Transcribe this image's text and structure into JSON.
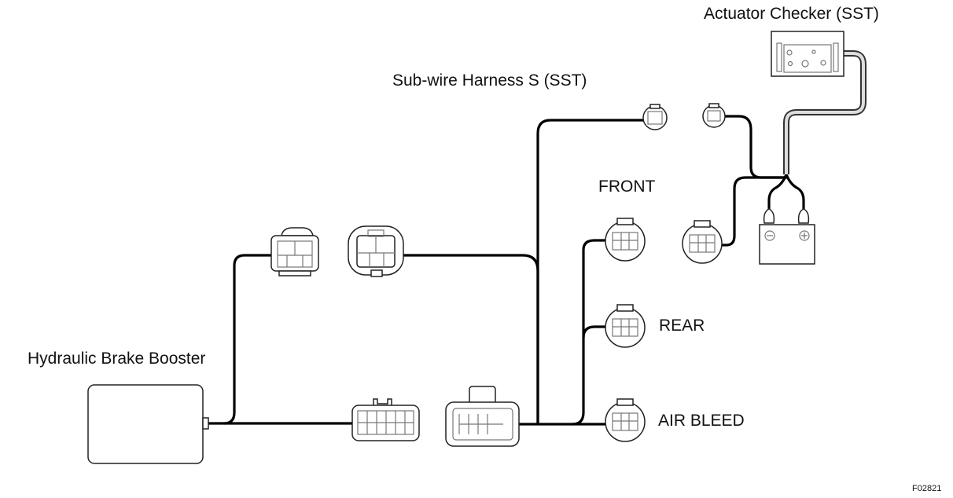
{
  "labels": {
    "actuator_checker": "Actuator Checker (SST)",
    "sub_wire_harness": "Sub-wire Harness S (SST)",
    "front": "FRONT",
    "rear": "REAR",
    "air_bleed": "AIR BLEED",
    "hydraulic_brake_booster": "Hydraulic Brake Booster",
    "figure_code": "F02821"
  },
  "battery": {
    "negative_symbol": "⊖",
    "positive_symbol": "⊕"
  }
}
